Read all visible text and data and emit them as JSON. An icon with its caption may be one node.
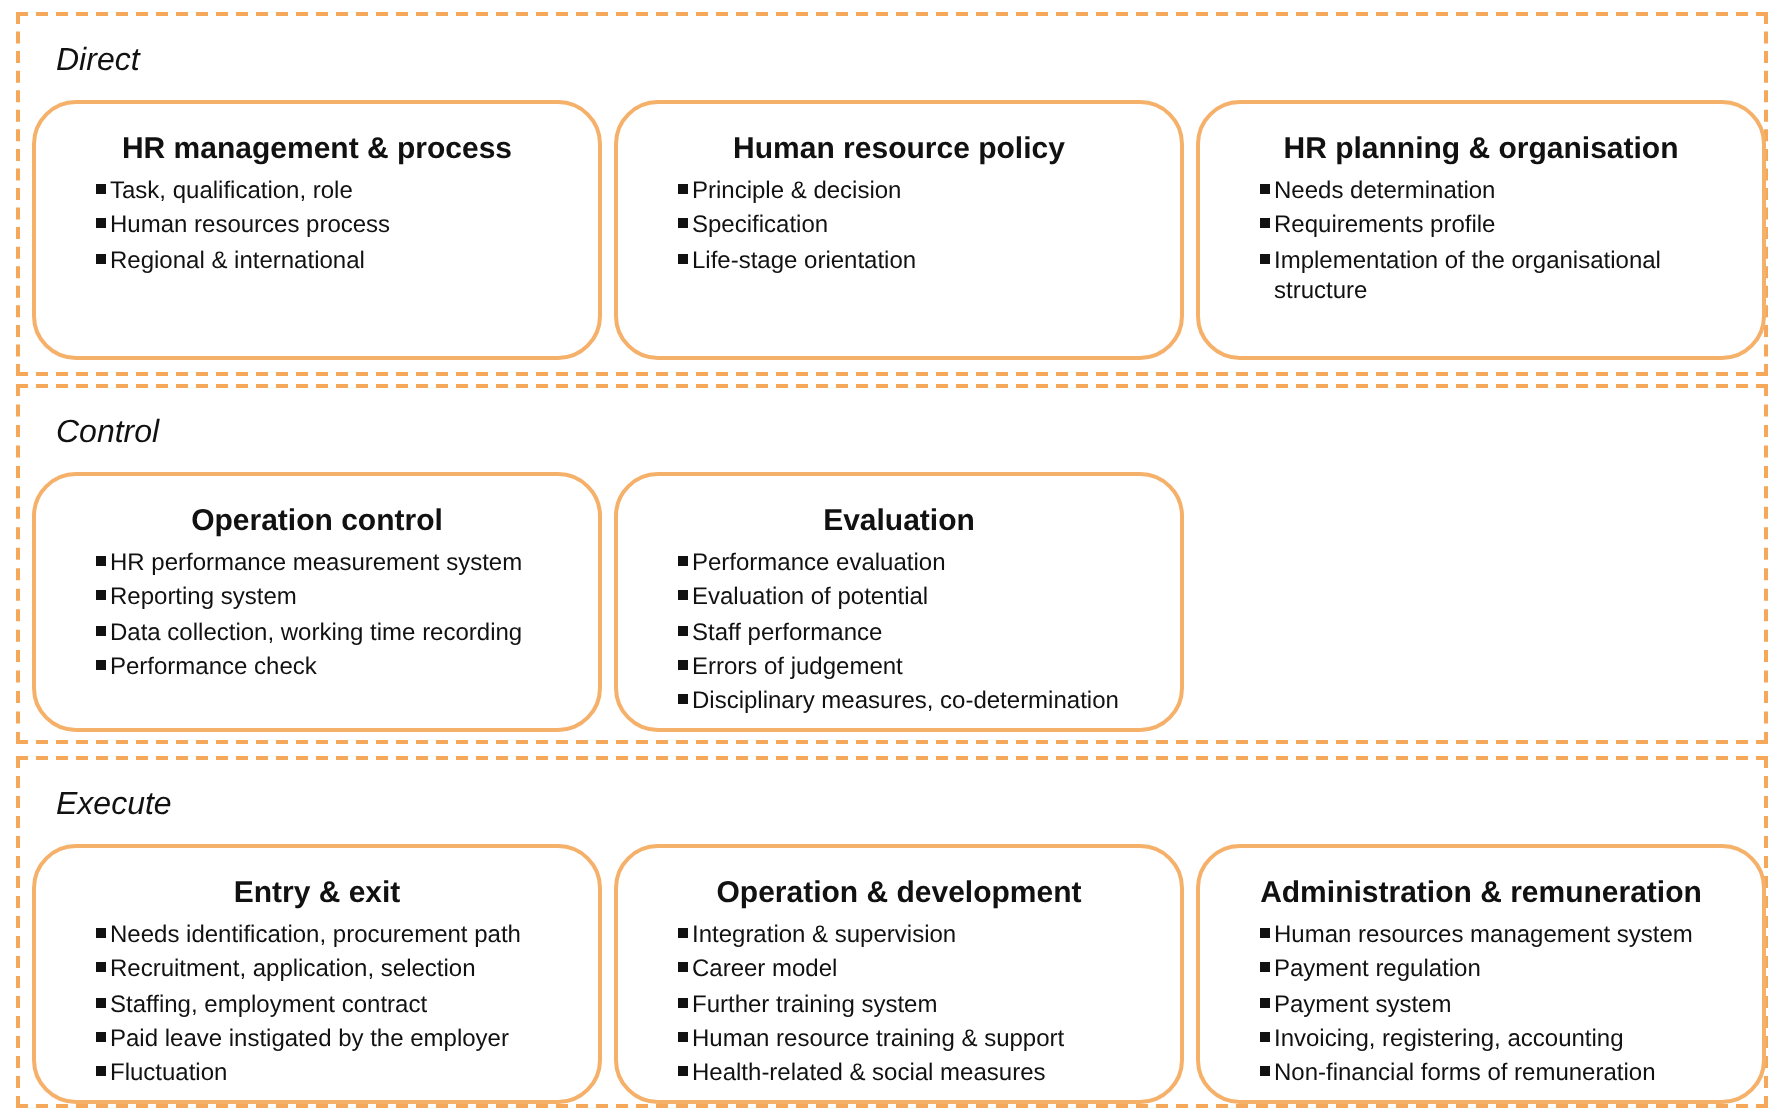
{
  "diagram": {
    "nodes": [
      {
        "text": [
          "Direct"
        ]
      },
      {
        "text": [
          "HR management & process",
          "Task, qualification, role",
          "Human resources process",
          "Regional & international"
        ],
        "in": 0
      },
      {
        "text": [
          "Human resource policy",
          "Principle & decision",
          "Specification",
          "Life-stage orientation"
        ],
        "in": 0
      },
      {
        "text": [
          "HR planning & organisation",
          "Needs determination",
          "Requirements profile",
          "Implementation of the organisational structure"
        ],
        "in": 0
      },
      {
        "text": [
          "Control"
        ]
      },
      {
        "text": [
          "Operation control",
          "HR performance measurement system",
          "Reporting system",
          "Data collection, working time recording",
          "Performance check"
        ],
        "in": 4
      },
      {
        "text": [
          "Evaluation",
          "Performance evaluation",
          "Evaluation of potential",
          "Staff performance",
          "Errors of judgement",
          "Disciplinary measures, co-determination"
        ],
        "in": 4
      },
      {
        "text": [
          "Execute"
        ]
      },
      {
        "text": [
          "Entry & exit",
          "Needs identification, procurement path",
          "Recruitment, application, selection",
          "Staffing, employment contract",
          "Paid leave instigated by the employer",
          "Fluctuation"
        ],
        "in": 7
      },
      {
        "text": [
          "Operation & development",
          "Integration & supervision",
          "Career model",
          "Further training system",
          "Human resource training & support",
          "Health-related & social measures"
        ],
        "in": 7
      },
      {
        "text": [
          "Administration & remuneration",
          "Human resources management system",
          "Payment regulation",
          "Payment system",
          "Invoicing, registering, accounting",
          "Non-financial forms of remuneration"
        ],
        "in": 7
      }
    ]
  }
}
